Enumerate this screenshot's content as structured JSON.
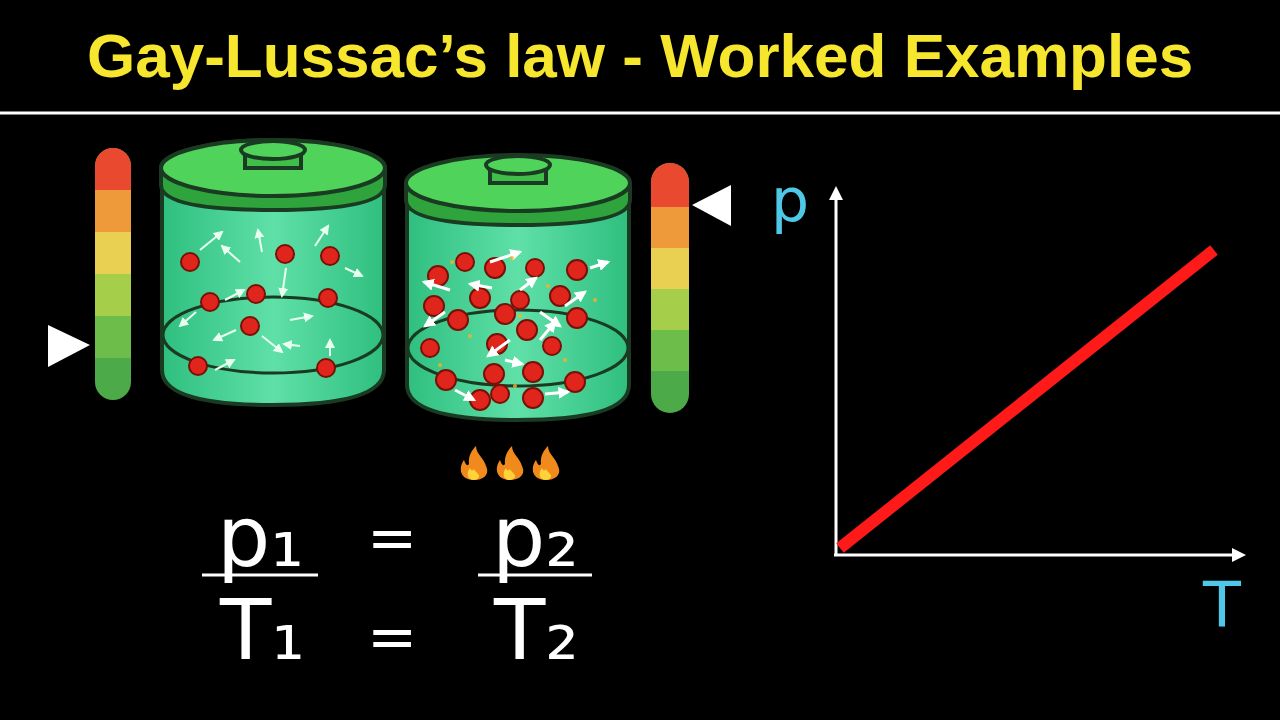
{
  "diagram": {
    "title": "Gay-Lussac’s law - Worked Examples",
    "labels": [
      "p₁",
      "=",
      "p₂",
      "T₁",
      "=",
      "T₂",
      "p",
      "T"
    ]
  }
}
